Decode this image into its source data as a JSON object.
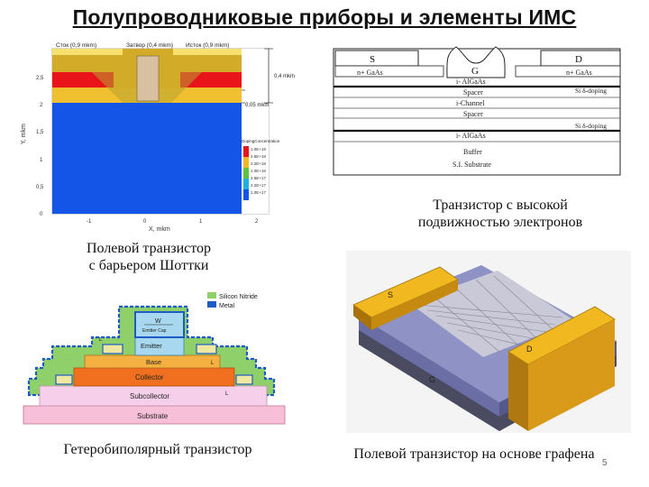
{
  "title": "Полупроводниковые приборы и элементы ИМС",
  "page_number": "5",
  "figures": {
    "mesfet": {
      "caption_lines": [
        "Полевой транзистор",
        "с барьером Шоттки"
      ],
      "labels": {
        "drain": "Сток (0,9 mkm)",
        "gate": "Затвор (0,4 mkm)",
        "source": "Исток (0,9 mkm)",
        "thickness_top": "0,4 mkm",
        "thickness_mid": "0,05 mkm",
        "yaxis": "Y, mkm",
        "xaxis": "X, mkm"
      },
      "y_ticks": [
        "2,5",
        "2",
        "1,5",
        "1",
        "0,5",
        "0"
      ],
      "x_ticks": [
        "-1",
        "0",
        "1",
        "2"
      ],
      "legend_title": "DopingConcentration",
      "legend_values": [
        "1.0E+19",
        "4.6E+18",
        "2.2E+18",
        "1.0E+18",
        "4.6E+17",
        "2.2E+17",
        "1.0E+17"
      ]
    },
    "hemt": {
      "caption_lines": [
        "Транзистор с высокой",
        "подвижностью электронов"
      ],
      "labels": {
        "source": "S",
        "gate": "G",
        "drain": "D",
        "cap_left": "n+ GaAs",
        "cap_right": "n+ GaAs",
        "layers": [
          "i- AlGaAs",
          "Spacer",
          "i-Channel",
          "Spacer",
          "i- AlGaAs",
          "Buffer",
          "S.I. Substrate"
        ],
        "delta_top": "Si δ-doping",
        "delta_bottom": "Si δ-doping"
      }
    },
    "hbt": {
      "caption": "Гетеробиполярный транзистор",
      "legend": [
        "Silicon Nitride",
        "Metal"
      ],
      "layers": [
        "Emitter",
        "Base",
        "Collector",
        "Subcollector",
        "Substrate"
      ],
      "dims": [
        "W",
        "Emitter Cap",
        "L",
        "L",
        "L"
      ]
    },
    "graphene": {
      "caption": "Полевой транзистор на основе графена",
      "labels": {
        "source": "S",
        "drain": "D",
        "gate": "G"
      }
    }
  }
}
